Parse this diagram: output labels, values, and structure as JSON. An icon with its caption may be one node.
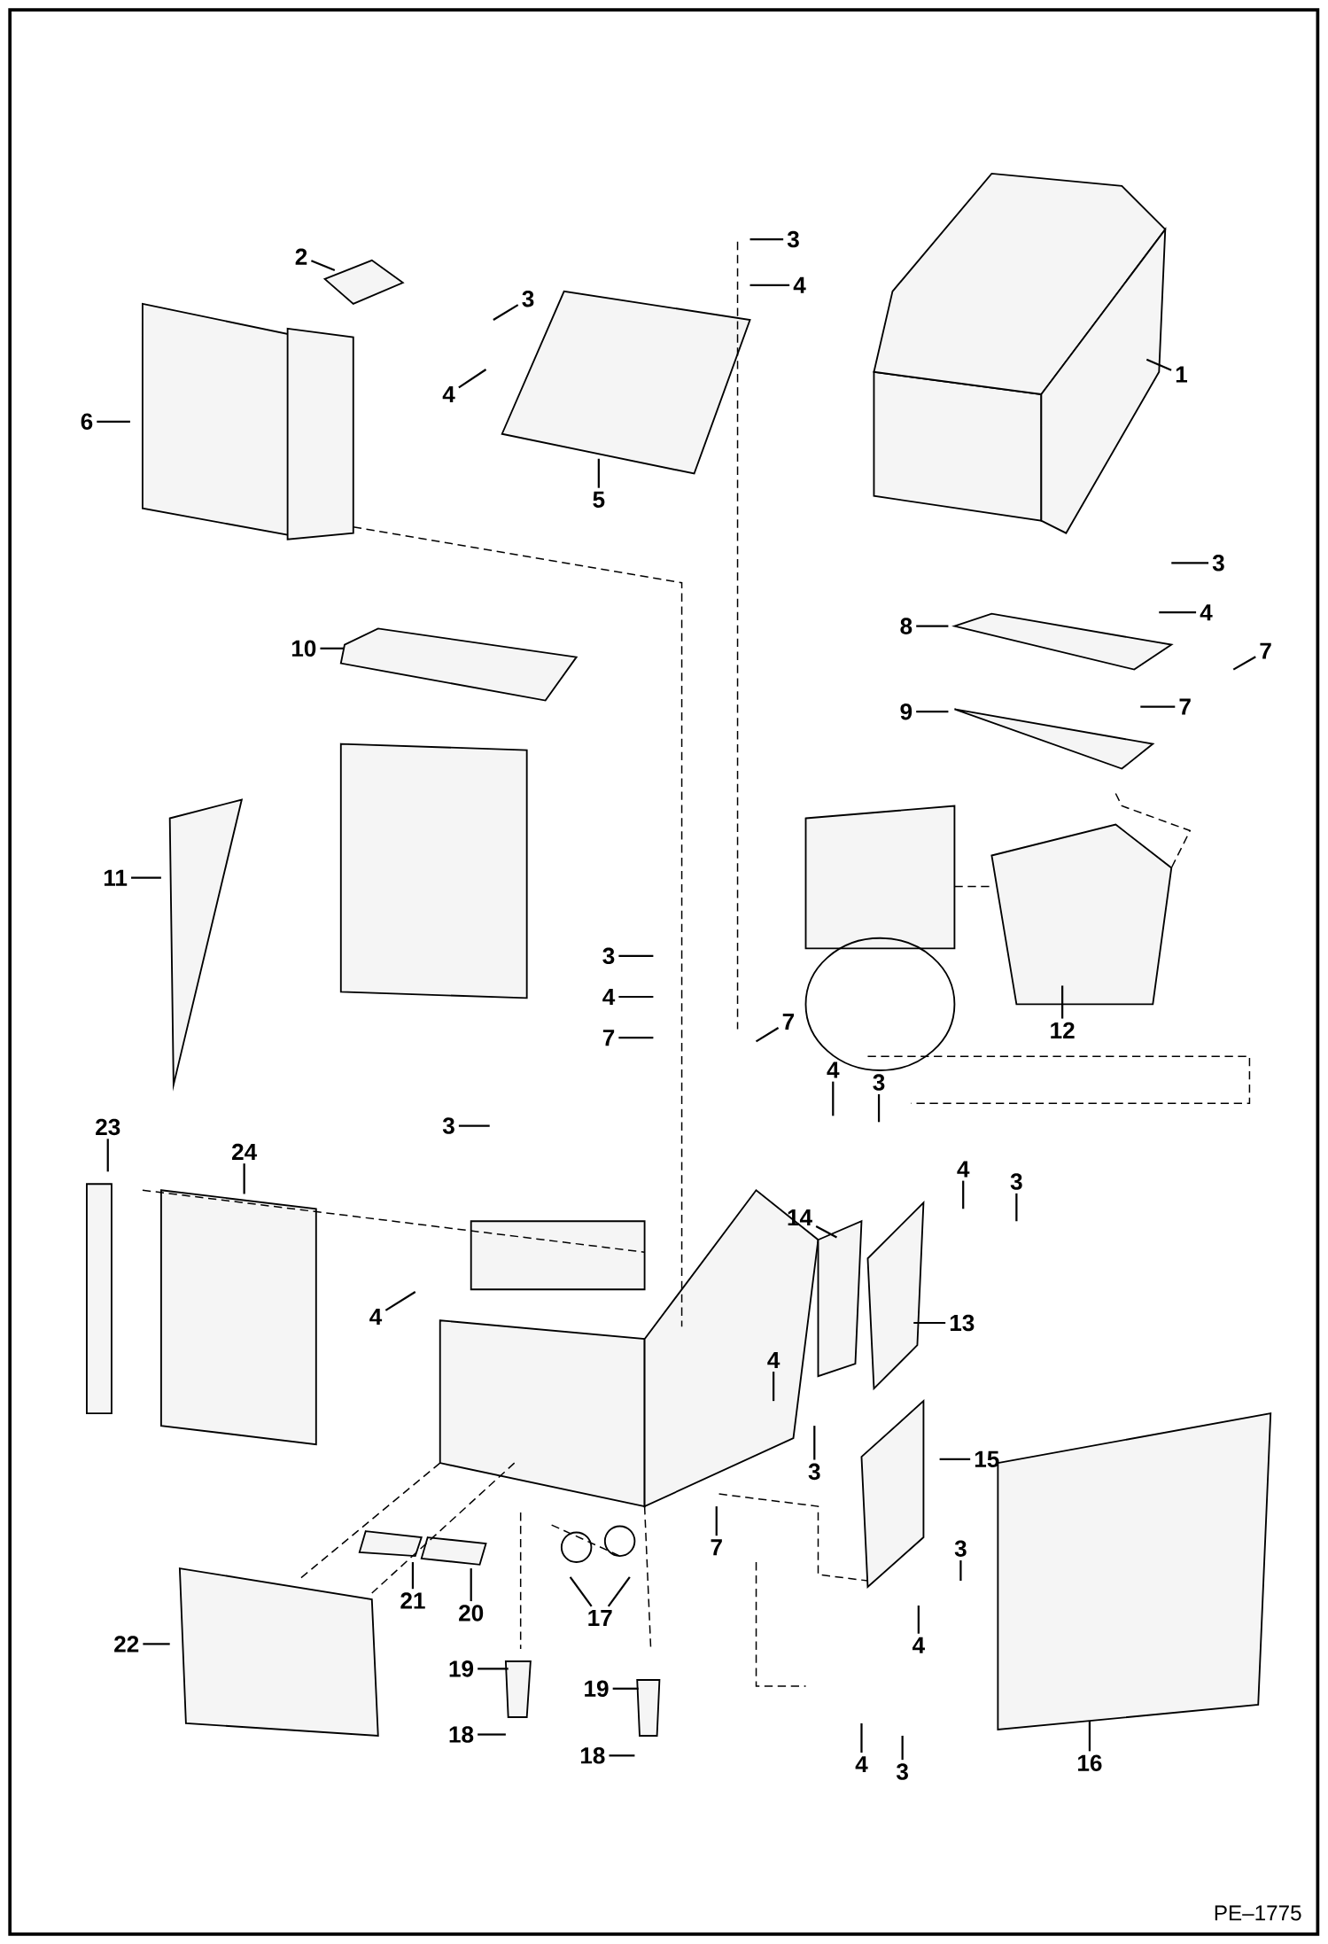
{
  "diagram": {
    "nodes": [
      {
        "text": [
          "2"
        ]
      },
      {
        "text": [
          "3"
        ]
      },
      {
        "text": [
          "4"
        ]
      },
      {
        "text": [
          "3"
        ]
      },
      {
        "text": [
          "6"
        ]
      },
      {
        "text": [
          "4"
        ]
      },
      {
        "text": [
          "1"
        ]
      },
      {
        "text": [
          "5"
        ]
      },
      {
        "text": [
          "3"
        ]
      },
      {
        "text": [
          "4"
        ]
      },
      {
        "text": [
          "8"
        ]
      },
      {
        "text": [
          "10"
        ]
      },
      {
        "text": [
          "7"
        ]
      },
      {
        "text": [
          "9"
        ]
      },
      {
        "text": [
          "7"
        ]
      },
      {
        "text": [
          "11"
        ]
      },
      {
        "text": [
          "3"
        ]
      },
      {
        "text": [
          "4"
        ]
      },
      {
        "text": [
          "7"
        ]
      },
      {
        "text": [
          "7"
        ]
      },
      {
        "text": [
          "12"
        ]
      },
      {
        "text": [
          "4"
        ]
      },
      {
        "text": [
          "3"
        ]
      },
      {
        "text": [
          "23"
        ]
      },
      {
        "text": [
          "3"
        ]
      },
      {
        "text": [
          "24"
        ]
      },
      {
        "text": [
          "4"
        ]
      },
      {
        "text": [
          "3"
        ]
      },
      {
        "text": [
          "14"
        ]
      },
      {
        "text": [
          "4"
        ]
      },
      {
        "text": [
          "13"
        ]
      },
      {
        "text": [
          "4"
        ]
      },
      {
        "text": [
          "3"
        ]
      },
      {
        "text": [
          "15"
        ]
      },
      {
        "text": [
          "7"
        ]
      },
      {
        "text": [
          "3"
        ]
      },
      {
        "text": [
          "21"
        ]
      },
      {
        "text": [
          "20"
        ]
      },
      {
        "text": [
          "17"
        ]
      },
      {
        "text": [
          "4"
        ]
      },
      {
        "text": [
          "22"
        ]
      },
      {
        "text": [
          "19"
        ]
      },
      {
        "text": [
          "19"
        ]
      },
      {
        "text": [
          "18"
        ]
      },
      {
        "text": [
          "18"
        ]
      },
      {
        "text": [
          "4"
        ]
      },
      {
        "text": [
          "3"
        ]
      },
      {
        "text": [
          "16"
        ]
      }
    ],
    "edges": [
      {
        "from": 0,
        "to": null,
        "arrow": "none"
      },
      {
        "from": 1,
        "to": null,
        "arrow": "none"
      },
      {
        "from": 2,
        "to": null,
        "arrow": "none"
      },
      {
        "from": 3,
        "to": null,
        "arrow": "none"
      },
      {
        "from": 4,
        "to": null,
        "arrow": "none"
      },
      {
        "from": 5,
        "to": null,
        "arrow": "none"
      },
      {
        "from": 6,
        "to": null,
        "arrow": "none"
      },
      {
        "from": 7,
        "to": null,
        "arrow": "none"
      },
      {
        "from": 8,
        "to": null,
        "arrow": "none"
      },
      {
        "from": 9,
        "to": null,
        "arrow": "none"
      },
      {
        "from": 10,
        "to": null,
        "arrow": "none"
      },
      {
        "from": 11,
        "to": null,
        "arrow": "none"
      },
      {
        "from": 12,
        "to": null,
        "arrow": "none"
      },
      {
        "from": 13,
        "to": null,
        "arrow": "none"
      },
      {
        "from": 14,
        "to": null,
        "arrow": "none"
      },
      {
        "from": 15,
        "to": null,
        "arrow": "none"
      },
      {
        "from": 16,
        "to": null,
        "arrow": "none"
      },
      {
        "from": 17,
        "to": null,
        "arrow": "none"
      },
      {
        "from": 18,
        "to": null,
        "arrow": "none"
      },
      {
        "from": 19,
        "to": null,
        "arrow": "none"
      },
      {
        "from": 20,
        "to": null,
        "arrow": "none"
      },
      {
        "from": 21,
        "to": null,
        "arrow": "none"
      },
      {
        "from": 22,
        "to": null,
        "arrow": "none"
      },
      {
        "from": 23,
        "to": null,
        "arrow": "none"
      },
      {
        "from": 24,
        "to": null,
        "arrow": "none"
      },
      {
        "from": 25,
        "to": null,
        "arrow": "none"
      },
      {
        "from": 26,
        "to": null,
        "arrow": "none"
      },
      {
        "from": 27,
        "to": null,
        "arrow": "none"
      },
      {
        "from": 28,
        "to": null,
        "arrow": "none"
      },
      {
        "from": 29,
        "to": null,
        "arrow": "none"
      },
      {
        "from": 30,
        "to": null,
        "arrow": "none"
      },
      {
        "from": 31,
        "to": null,
        "arrow": "none"
      },
      {
        "from": 32,
        "to": null,
        "arrow": "none"
      },
      {
        "from": 33,
        "to": null,
        "arrow": "none"
      },
      {
        "from": 34,
        "to": null,
        "arrow": "none"
      },
      {
        "from": 35,
        "to": null,
        "arrow": "none"
      },
      {
        "from": 36,
        "to": null,
        "arrow": "none"
      },
      {
        "from": 37,
        "to": null,
        "arrow": "none"
      },
      {
        "from": 38,
        "to": null,
        "arrow": "none"
      },
      {
        "from": 38,
        "to": null,
        "arrow": "none"
      },
      {
        "from": 39,
        "to": null,
        "arrow": "none"
      },
      {
        "from": 40,
        "to": null,
        "arrow": "none"
      },
      {
        "from": 41,
        "to": null,
        "arrow": "none"
      },
      {
        "from": 42,
        "to": null,
        "arrow": "none"
      },
      {
        "from": 43,
        "to": null,
        "arrow": "none"
      },
      {
        "from": 44,
        "to": null,
        "arrow": "none"
      },
      {
        "from": 45,
        "to": null,
        "arrow": "none"
      },
      {
        "from": 46,
        "to": null,
        "arrow": "none"
      },
      {
        "from": 47,
        "to": null,
        "arrow": "none"
      }
    ],
    "labels": [
      "PE–1775"
    ]
  }
}
